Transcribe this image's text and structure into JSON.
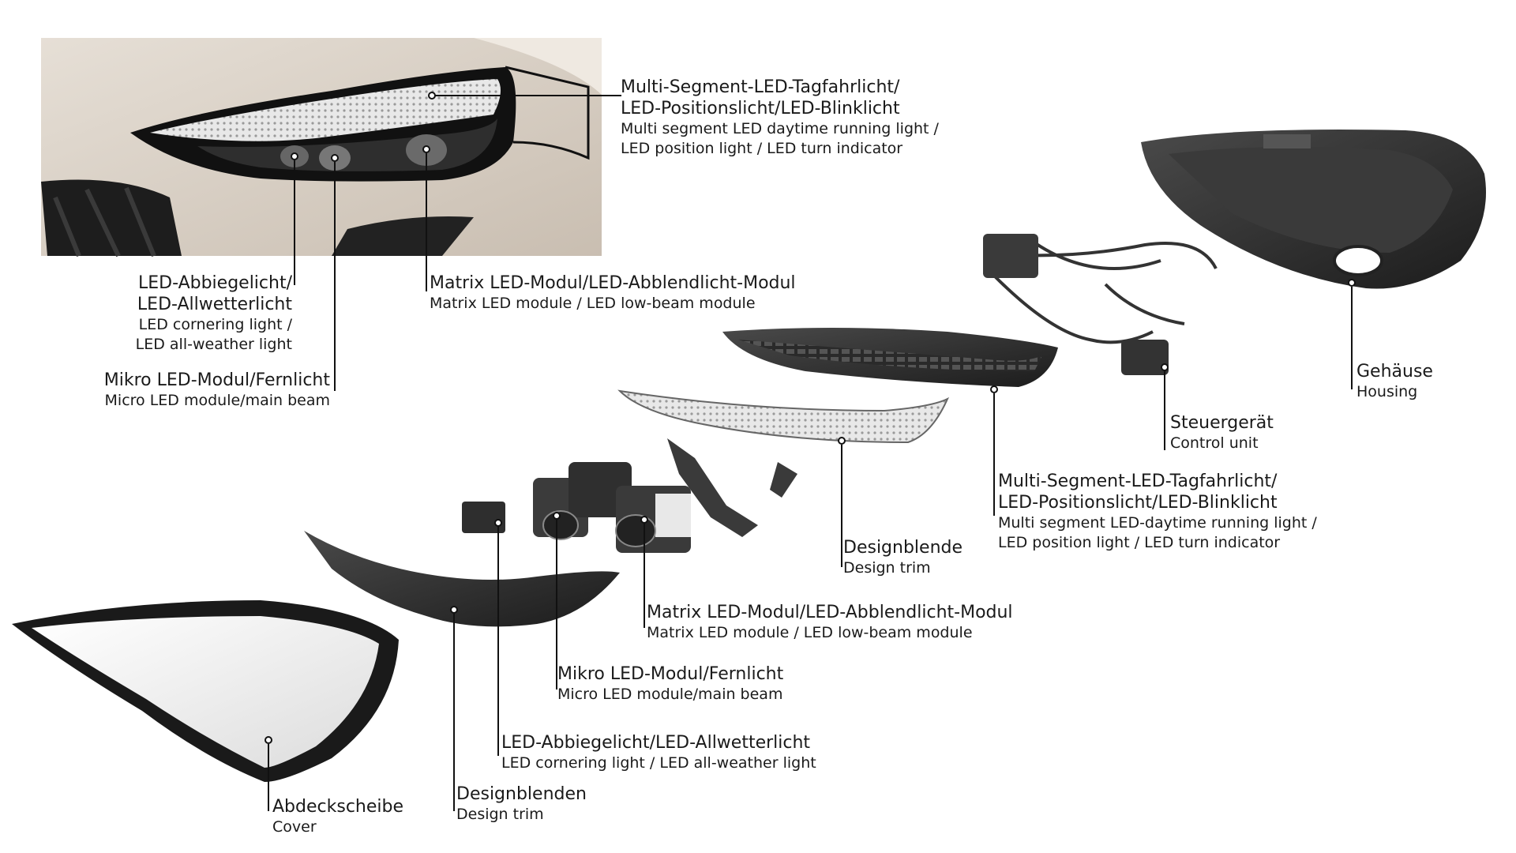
{
  "colors": {
    "car_paint": "#d9d1c7",
    "plastic_dark": "#2b2b2b",
    "lens": "#f4f4f4",
    "leader": "#111111"
  },
  "top": {
    "drl": {
      "de1": "Multi-Segment-LED-Tagfahrlicht/",
      "de2": "LED-Positionslicht/LED-Blinklicht",
      "en1": "Multi segment LED daytime running light /",
      "en2": "LED position light / LED turn indicator"
    },
    "cornering": {
      "de1": "LED-Abbiegelicht/",
      "de2": "LED-Allwetterlicht",
      "en1": "LED cornering light /",
      "en2": "LED all-weather light"
    },
    "micro": {
      "de": "Mikro LED-Modul/Fernlicht",
      "en": "Micro LED module/main beam"
    },
    "matrix": {
      "de": "Matrix LED-Modul/LED-Abblendlicht-Modul",
      "en": "Matrix LED module / LED low-beam module"
    }
  },
  "exploded": {
    "housing": {
      "de": "Gehäuse",
      "en": "Housing"
    },
    "control": {
      "de": "Steuergerät",
      "en": "Control unit"
    },
    "drl": {
      "de1": "Multi-Segment-LED-Tagfahrlicht/",
      "de2": "LED-Positionslicht/LED-Blinklicht",
      "en1": "Multi segment LED-daytime running light /",
      "en2": "LED position light / LED turn indicator"
    },
    "design_trim": {
      "de": "Designblende",
      "en": "Design trim"
    },
    "matrix": {
      "de": "Matrix LED-Modul/LED-Abblendlicht-Modul",
      "en": "Matrix LED module / LED low-beam module"
    },
    "micro": {
      "de": "Mikro LED-Modul/Fernlicht",
      "en": "Micro LED module/main beam"
    },
    "cornering": {
      "de": "LED-Abbiegelicht/LED-Allwetterlicht",
      "en": "LED cornering light / LED all-weather light"
    },
    "design_trims": {
      "de": "Designblenden",
      "en": "Design trim"
    },
    "cover": {
      "de": "Abdeckscheibe",
      "en": "Cover"
    }
  }
}
